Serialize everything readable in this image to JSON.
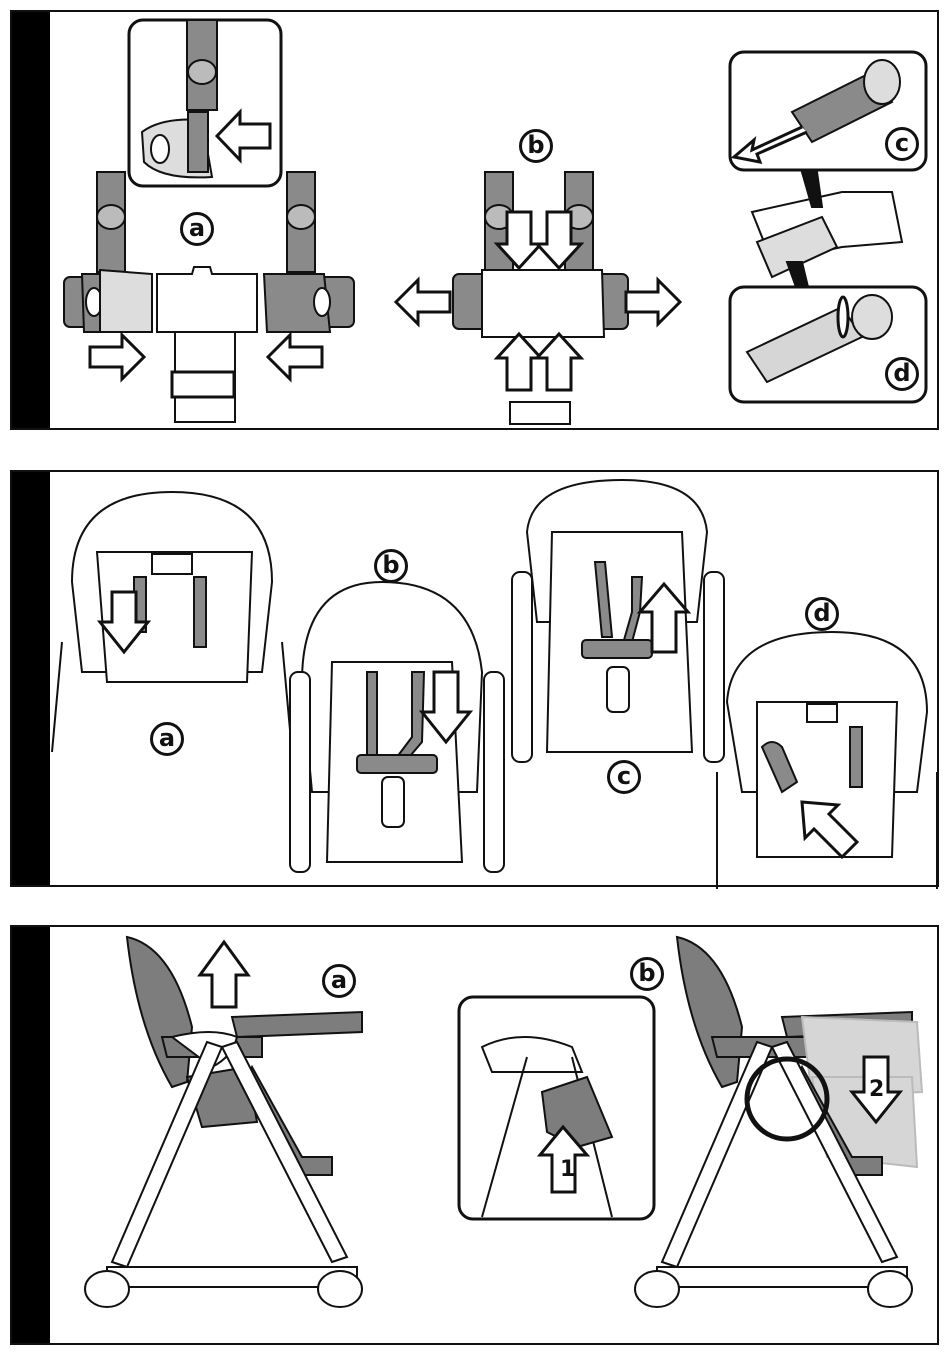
{
  "panels": [
    {
      "labels": [
        "a",
        "b",
        "c",
        "d"
      ]
    },
    {
      "labels": [
        "a",
        "b",
        "c",
        "d"
      ]
    },
    {
      "labels": [
        "a",
        "b"
      ],
      "steps": [
        "1",
        "2"
      ]
    }
  ],
  "colors": {
    "ink": "#111111",
    "strap": "#8a8a8a",
    "seat": "#7d7d7d",
    "frame": "#ffffff",
    "ghost": "#d6d6d6"
  },
  "icons": [
    "arrow-right-icon",
    "arrow-left-icon",
    "arrow-up-icon",
    "arrow-down-icon",
    "arrow-up-left-icon",
    "circle-highlight-icon"
  ]
}
